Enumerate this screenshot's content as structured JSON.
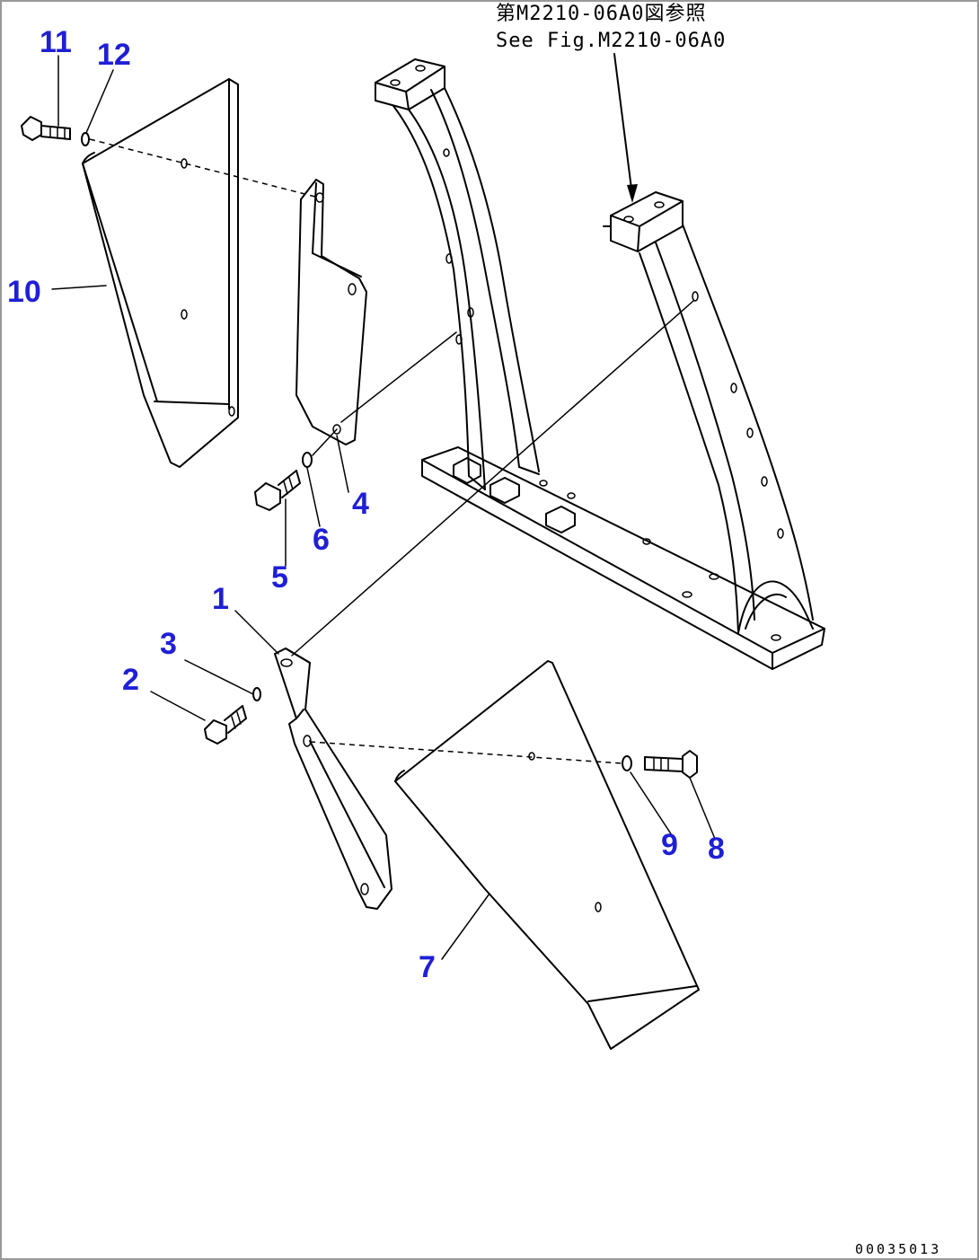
{
  "reference": {
    "line_jp": "第M2210-06A0図参照",
    "line_en": "See Fig.M2210-06A0"
  },
  "callouts": {
    "p1": "1",
    "p2": "2",
    "p3": "3",
    "p4": "4",
    "p5": "5",
    "p6": "6",
    "p7": "7",
    "p8": "8",
    "p9": "9",
    "p10": "10",
    "p11": "11",
    "p12": "12"
  },
  "drawing_code": "00035013",
  "colors": {
    "callout": "#1f1fd6",
    "line": "#000000",
    "frame": "#999999"
  }
}
